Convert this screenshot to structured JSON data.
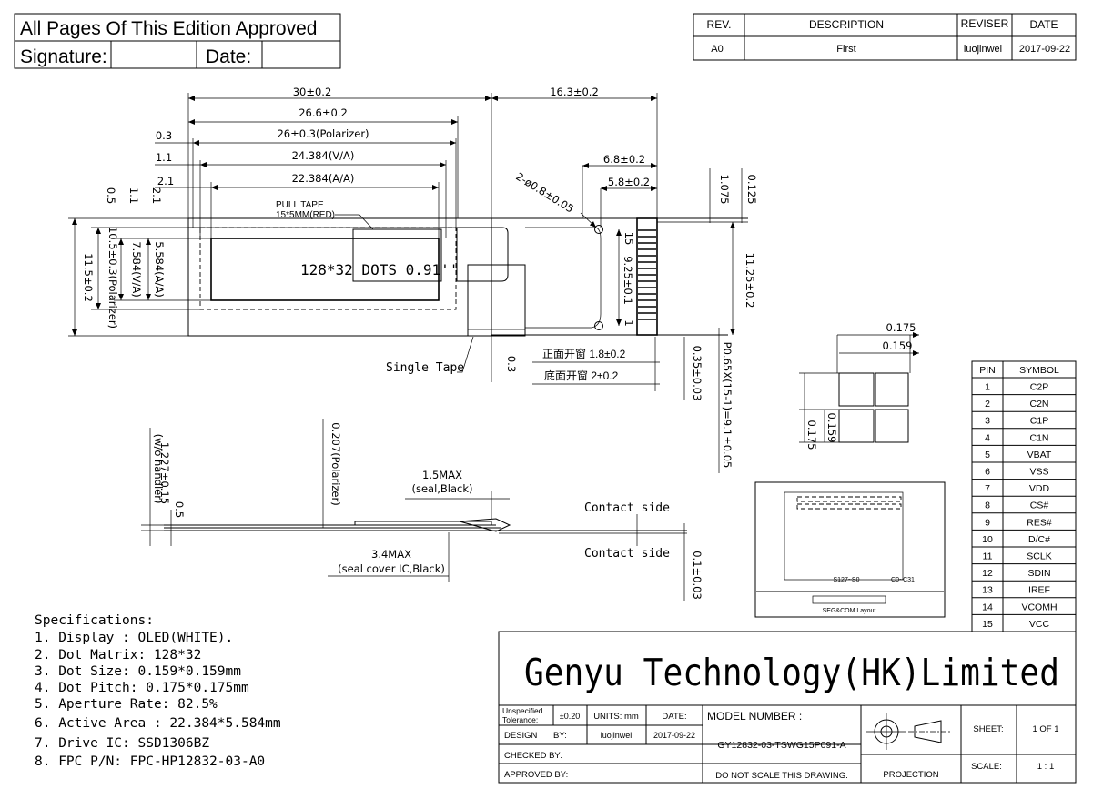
{
  "approval": {
    "header": "All Pages Of This Edition Approved",
    "signature_label": "Signature:",
    "date_label": "Date:"
  },
  "revision_table": {
    "headers": [
      "REV.",
      "DESCRIPTION",
      "REVISER",
      "DATE"
    ],
    "rows": [
      [
        "A0",
        "First",
        "luojinwei",
        "2017-09-22"
      ]
    ]
  },
  "front_view": {
    "dims": {
      "overall_width": "30±0.2",
      "fpc_length": "16.3±0.2",
      "glass_width": "26.6±0.2",
      "polarizer_width": "26±0.3(Polarizer)",
      "va_width": "24.384(V/A)",
      "aa_width": "22.384(A/A)",
      "offset_03": "0.3",
      "offset_11": "1.1",
      "offset_21": "2.1",
      "offset_05": "0.5",
      "voffset_11": "1.1",
      "voffset_21": "2.1",
      "fpc_68": "6.8±0.2",
      "fpc_58": "5.8±0.2",
      "holes": "2-ø0.8±0.05",
      "pull_tape_1": "PULL TAPE",
      "pull_tape_2": "15*5MM(RED)",
      "display_text": "128*32 DOTS 0.91''",
      "height_total": "11.5±0.2",
      "height_polarizer": "10.5±0.3(Polarizer)",
      "height_va": "7.584(V/A)",
      "height_aa": "5.584(A/A)",
      "pin_first": "15",
      "pin_last": "1",
      "pin_span": "9.25±0.1",
      "fpc_1075": "1.075",
      "fpc_0125": "0.125",
      "fpc_height": "11.25±0.2",
      "single_tape": "Single Tape",
      "offset_bottom_03": "0.3",
      "window_front": "正面开窗 1.8±0.2",
      "window_back": "底面开窗 2±0.2",
      "pad_width": "0.35±0.03",
      "pitch": "P0.65X(15-1)=9.1±0.05"
    }
  },
  "dot_detail": {
    "pitch": "0.175",
    "size": "0.159",
    "v_size": "0.159",
    "v_pitch": "0.175"
  },
  "side_view": {
    "thickness": "1.227±0.15",
    "thickness_note": "(w/o handler)",
    "thickness_05": "0.5",
    "polarizer": "0.207(Polarizer)",
    "seal_max": "1.5MAX",
    "seal_note": "(seal,Black)",
    "ic_max": "3.4MAX",
    "ic_note": "(seal cover IC,Black)",
    "contact_top": "Contact side",
    "contact_bottom": "Contact side",
    "fpc_thickness": "0.1±0.03"
  },
  "seg_layout": {
    "seg_label": "S127~S0",
    "com_label": "C0~C31",
    "caption": "SEG&COM Layout"
  },
  "pin_table": {
    "headers": [
      "PIN",
      "SYMBOL"
    ],
    "rows": [
      [
        "1",
        "C2P"
      ],
      [
        "2",
        "C2N"
      ],
      [
        "3",
        "C1P"
      ],
      [
        "4",
        "C1N"
      ],
      [
        "5",
        "VBAT"
      ],
      [
        "6",
        "VSS"
      ],
      [
        "7",
        "VDD"
      ],
      [
        "8",
        "CS#"
      ],
      [
        "9",
        "RES#"
      ],
      [
        "10",
        "D/C#"
      ],
      [
        "11",
        "SCLK"
      ],
      [
        "12",
        "SDIN"
      ],
      [
        "13",
        "IREF"
      ],
      [
        "14",
        "VCOMH"
      ],
      [
        "15",
        "VCC"
      ]
    ]
  },
  "specifications": {
    "title": "Specifications:",
    "items": [
      "1. Display :  OLED(WHITE).",
      "2. Dot Matrix:  128*32",
      "3. Dot Size:   0.159*0.159mm",
      "4. Dot Pitch:  0.175*0.175mm",
      "5. Aperture Rate:  82.5%",
      "6. Active Area : 22.384*5.584mm",
      "7. Drive IC: SSD1306BZ",
      "8. FPC P/N: FPC-HP12832-03-A0"
    ]
  },
  "title_block": {
    "company": "Genyu Technology(HK)Limited",
    "tolerance_label_1": "Unspecified",
    "tolerance_label_2": "Tolerance:",
    "tolerance_value": "±0.20",
    "units": "UNITS: mm",
    "date_label": "DATE:",
    "model_label": "MODEL NUMBER :",
    "design_label": "DESIGN",
    "by_label": "BY:",
    "designer": "luojinwei",
    "design_date": "2017-09-22",
    "model_number": "GY12832-03-TSWG15P091-A",
    "checked_label": "CHECKED  BY:",
    "approved_label": "APPROVED BY:",
    "no_scale": "DO NOT SCALE THIS DRAWING.",
    "projection": "PROJECTION",
    "sheet_label": "SHEET:",
    "sheet_value": "1  OF  1",
    "scale_label": "SCALE:",
    "scale_value": "1 : 1"
  }
}
